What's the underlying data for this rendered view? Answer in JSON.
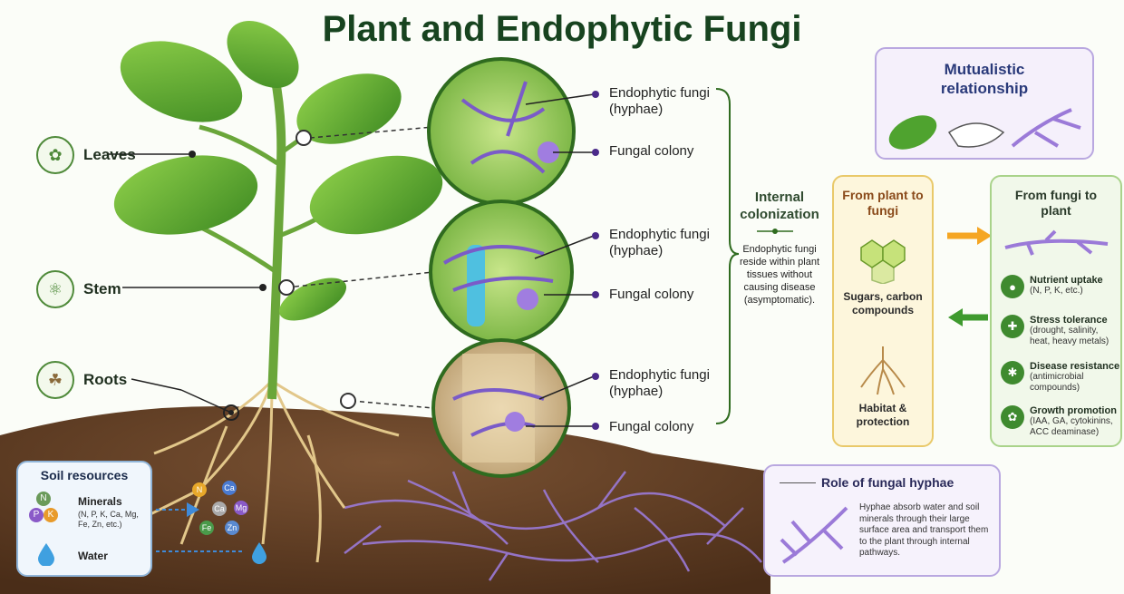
{
  "title": "Plant and Endophytic Fungi",
  "plant_parts": {
    "leaves": "Leaves",
    "stem": "Stem",
    "roots": "Roots"
  },
  "callouts": {
    "hyphae": "Endophytic fungi (hyphae)",
    "colony": "Fungal colony"
  },
  "internal": {
    "title": "Internal colonization",
    "desc": "Endophytic fungi reside within plant tissues without causing disease (asymptomatic)."
  },
  "mutualistic": {
    "title": "Mutualistic relationship"
  },
  "plant_to_fungi": {
    "title": "From plant to fungi",
    "item1": "Sugars, carbon compounds",
    "item2": "Habitat & protection"
  },
  "fungi_to_plant": {
    "title": "From fungi to plant",
    "benefits": [
      {
        "title": "Nutrient uptake",
        "desc": "(N, P, K, etc.)"
      },
      {
        "title": "Stress tolerance",
        "desc": "(drought, salinity, heat, heavy metals)"
      },
      {
        "title": "Disease resistance",
        "desc": "(antimicrobial compounds)"
      },
      {
        "title": "Growth promotion",
        "desc": "(IAA, GA, cytokinins, ACC deaminase)"
      }
    ]
  },
  "soil": {
    "title": "Soil resources",
    "minerals_label": "Minerals",
    "minerals_desc": "(N, P, K, Ca, Mg, Fe, Zn, etc.)",
    "water_label": "Water",
    "ions": [
      "N",
      "Ca",
      "Mg",
      "Fe",
      "Zn",
      "Ca"
    ],
    "npk": [
      "N",
      "P",
      "K"
    ]
  },
  "role": {
    "title": "Role of fungal hyphae",
    "desc": "Hyphae absorb water and soil minerals through their large surface area and transport them to the plant through internal pathways."
  },
  "colors": {
    "title_green": "#17431f",
    "hyphae_purple": "#8a6ad0",
    "leaf_green": "#5da52f",
    "soil_brown": "#5a3a22",
    "orange_arrow": "#f5a623",
    "green_arrow": "#3f9a2f"
  }
}
